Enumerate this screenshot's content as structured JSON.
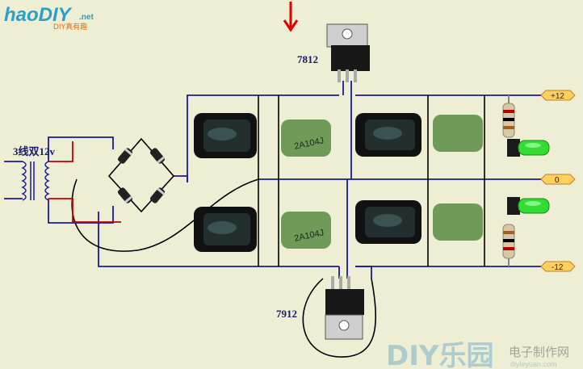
{
  "logo": {
    "brand": "haoDIY",
    "brand_suffix": ".net",
    "tagline": "DIY真有趣"
  },
  "regulators": {
    "positive": "7812",
    "negative": "7912"
  },
  "transformer_label": "3线双12v",
  "capacitor_marking": "2A104J",
  "rails": {
    "positive": "+12",
    "ground": "0",
    "negative": "-12"
  },
  "watermark": {
    "brand": "DIY乐园",
    "site_cn": "电子制作网",
    "url": "diyleyuan.com"
  },
  "colors": {
    "background": "#eeeed4",
    "wire_blue": "#1a1aa0",
    "wire_black": "#000000",
    "wire_red": "#c00000",
    "arrow_red": "#e00000",
    "capacitor_green": "#6f9a58",
    "led_green": "#33dd33",
    "tag_fill": "#ffd060"
  }
}
